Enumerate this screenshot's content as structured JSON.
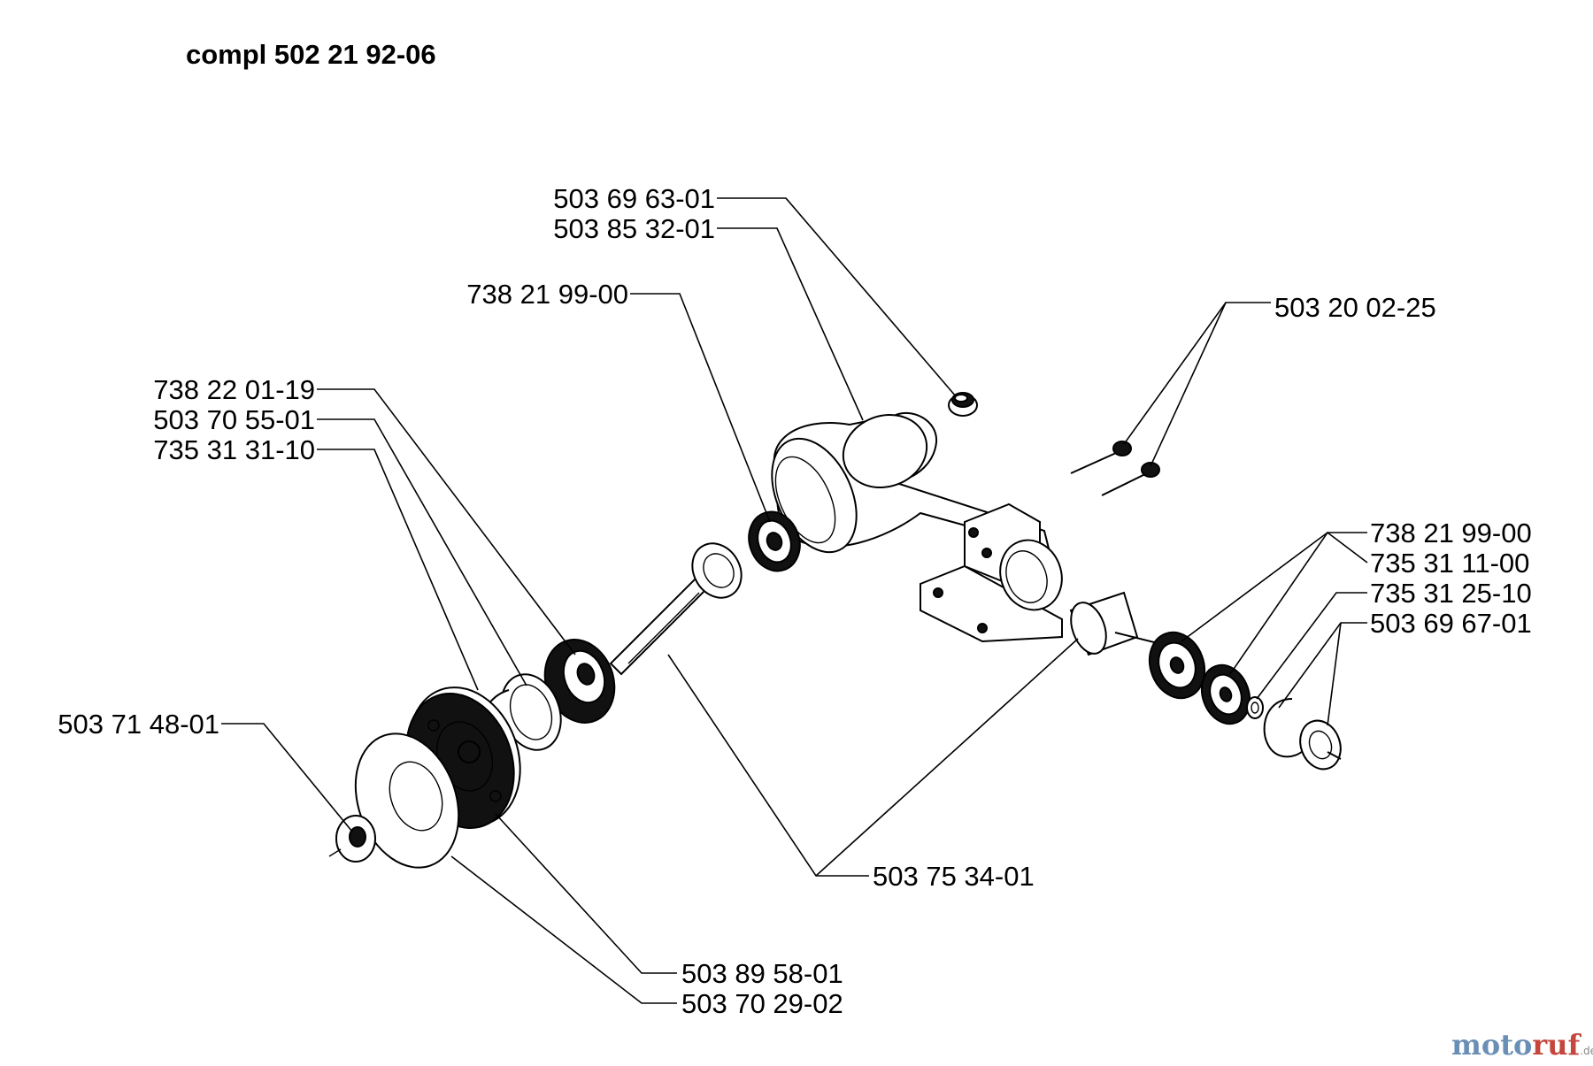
{
  "title": "compl 502 21 92-06",
  "labels": {
    "l_503_69_63_01": "503 69 63-01",
    "l_503_85_32_01": "503 85 32-01",
    "l_738_21_99_00_top": "738 21 99-00",
    "l_503_20_02_25": "503 20 02-25",
    "l_738_22_01_19": "738 22 01-19",
    "l_503_70_55_01": "503 70 55-01",
    "l_735_31_31_10": "735 31 31-10",
    "l_738_21_99_00_right": "738 21 99-00",
    "l_735_31_11_00": "735 31 11-00",
    "l_735_31_25_10": "735 31 25-10",
    "l_503_69_67_01": "503 69 67-01",
    "l_503_71_48_01": "503 71 48-01",
    "l_503_75_34_01": "503 75 34-01",
    "l_503_89_58_01": "503 89 58-01",
    "l_503_70_29_02": "503 70 29-02"
  },
  "watermark": {
    "part1": "moto",
    "part2": "ruf",
    "suffix": ".de"
  }
}
